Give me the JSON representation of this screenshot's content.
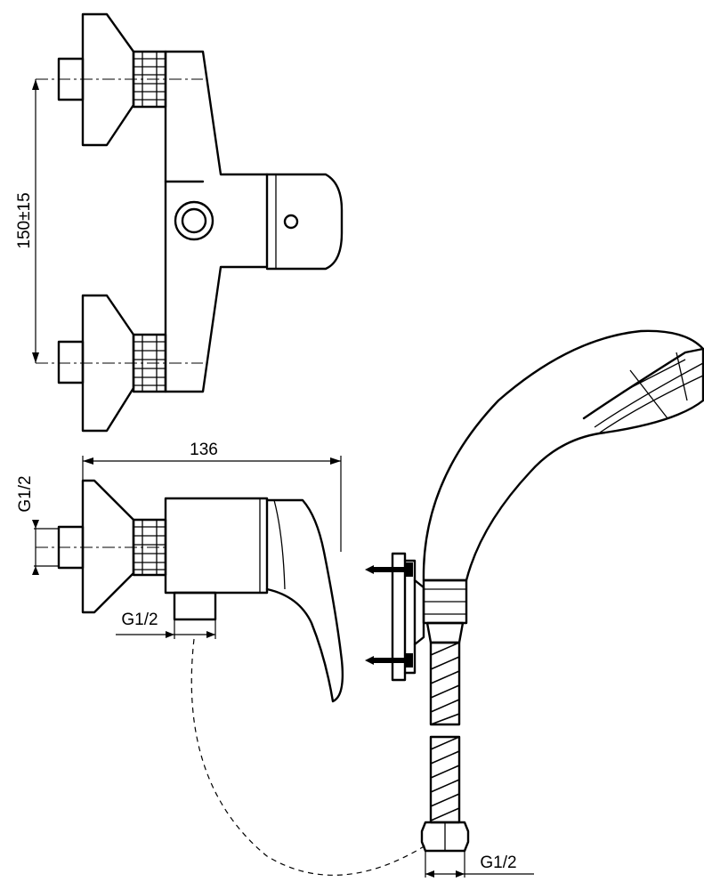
{
  "dimensions": {
    "inlet_spacing": "150±15",
    "overall_depth": "136",
    "inlet_thread": "G1/2",
    "outlet_thread": "G1/2",
    "hose_thread": "G1/2"
  }
}
